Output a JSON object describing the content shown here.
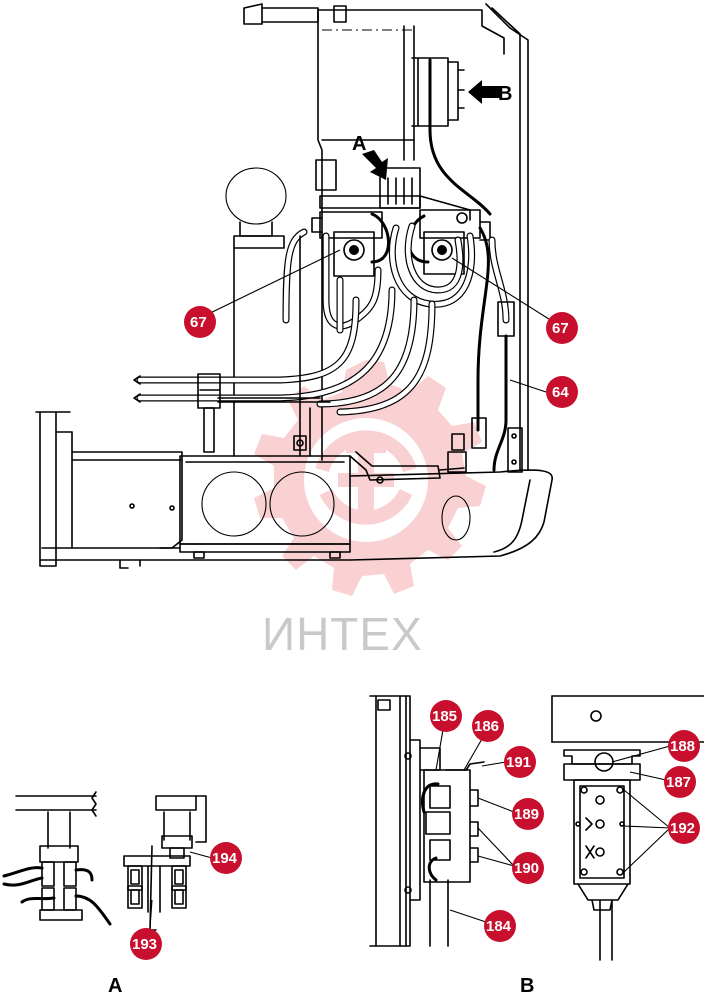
{
  "view_labels": {
    "view_a_marker": "A",
    "view_b_marker": "B",
    "view_a_caption": "A",
    "view_b_caption": "B"
  },
  "watermark": {
    "text": "ИНТЕХ",
    "color": "#e8343c"
  },
  "callouts": {
    "c67_left": "67",
    "c67_right": "67",
    "c64": "64",
    "c194": "194",
    "c193": "193",
    "c185": "185",
    "c186": "186",
    "c191": "191",
    "c189": "189",
    "c190": "190",
    "c184": "184",
    "c188": "188",
    "c187": "187",
    "c192": "192"
  },
  "colors": {
    "callout_fill": "#c8102e",
    "callout_text": "#ffffff",
    "line": "#000000"
  }
}
